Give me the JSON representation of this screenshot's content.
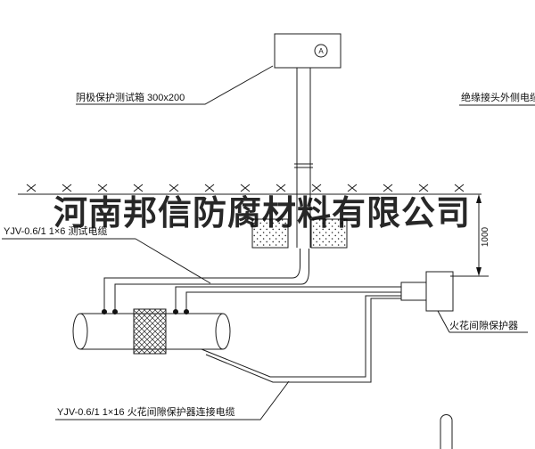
{
  "watermark": {
    "text": "河南邦信防腐材料有限公司"
  },
  "labels": {
    "test_box": "阴极保护测试箱 300x200",
    "outer_cable": "绝缘接头外侧电缆",
    "test_cable": "YJV-0.6/1 1×6  测试电缆",
    "spark_gap": "火花间隙保护器",
    "connect_cable": "YJV-0.6/1 1×16  火花间隙保护器连接电缆",
    "meter": "A",
    "dimension": "1000"
  },
  "colors": {
    "line": "#1c1c1c",
    "background": "#ffffff",
    "watermark": "#0a0a0a"
  }
}
